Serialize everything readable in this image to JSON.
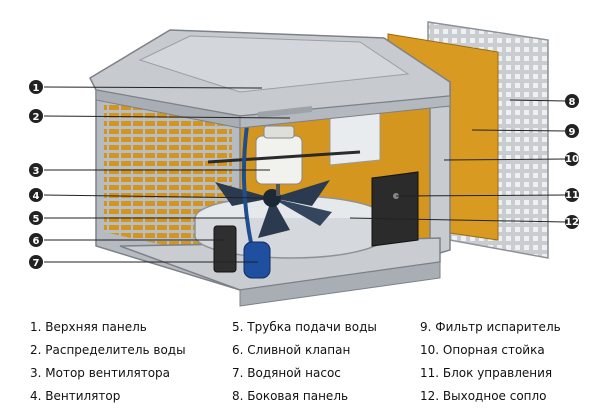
{
  "callouts": {
    "c1": "1",
    "c2": "2",
    "c3": "3",
    "c4": "4",
    "c5": "5",
    "c6": "6",
    "c7": "7",
    "c8": "8",
    "c9": "9",
    "c10": "10",
    "c11": "11",
    "c12": "12"
  },
  "legend": {
    "col1": [
      "1.  Верхняя панель",
      "2.  Распределитель воды",
      "3.  Мотор вентилятора",
      "4.  Вентилятор"
    ],
    "col2": [
      "5.  Трубка подачи воды",
      "6.  Сливной клапан",
      "7.  Водяной насос",
      "8.  Боковая панель"
    ],
    "col3": [
      "9. Фильтр испаритель",
      "10. Опорная стойка",
      "11.  Блок управления",
      "12.  Выходное сопло"
    ]
  },
  "colors": {
    "housing": "#c3c7cc",
    "filter": "#d4961e",
    "callout": "#222222"
  }
}
